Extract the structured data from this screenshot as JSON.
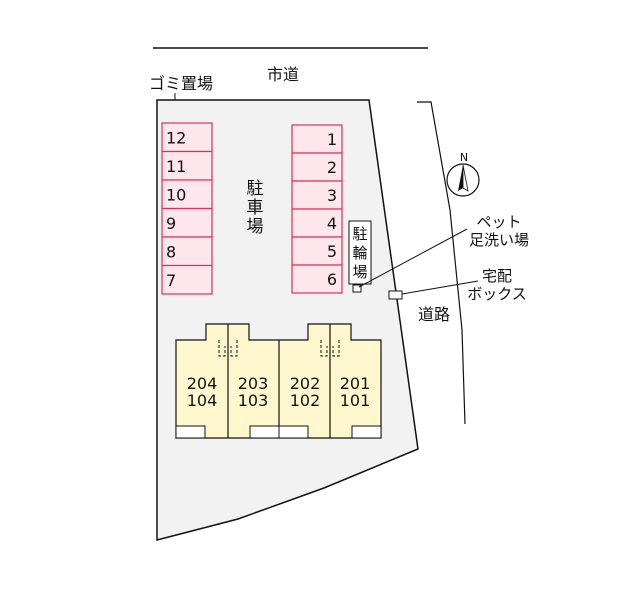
{
  "labels": {
    "city_road": "市道",
    "garbage": "ゴミ置場",
    "parking": [
      "駐",
      "車",
      "場"
    ],
    "bicycle": [
      "駐",
      "輪",
      "場"
    ],
    "pet_wash": [
      "ペット",
      "足洗い場"
    ],
    "delivery": [
      "宅配",
      "ボックス"
    ],
    "road": "道路",
    "north": "N"
  },
  "parking_left": [
    "12",
    "11",
    "10",
    "9",
    "8",
    "7"
  ],
  "parking_right": [
    "1",
    "2",
    "3",
    "4",
    "5",
    "6"
  ],
  "units": [
    {
      "upper": "204",
      "lower": "104"
    },
    {
      "upper": "203",
      "lower": "103"
    },
    {
      "upper": "202",
      "lower": "102"
    },
    {
      "upper": "201",
      "lower": "101"
    }
  ],
  "colors": {
    "lot": "#f2f2f2",
    "parking_fill": "#fde6ec",
    "parking_stroke": "#d7335a",
    "building_fill": "#fff8cf",
    "outline": "#222222"
  }
}
